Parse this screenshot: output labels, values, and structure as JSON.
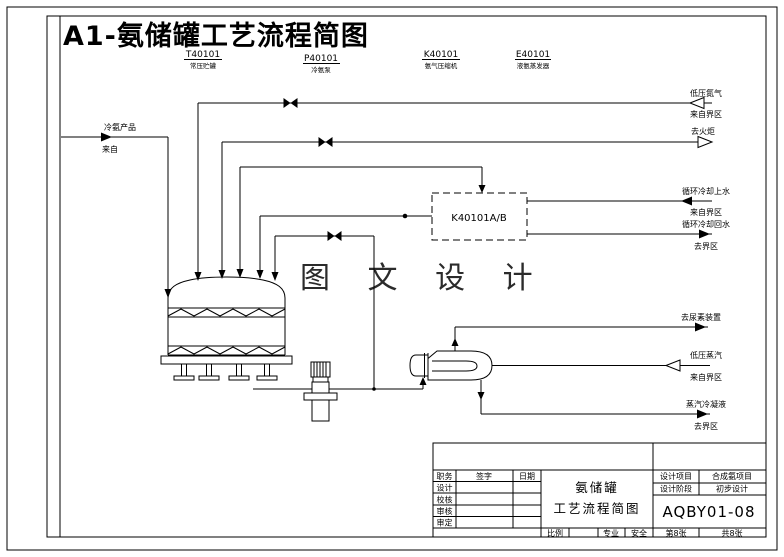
{
  "title": "A1-氨储罐工艺流程简图",
  "colors": {
    "accent_red": "#cc0000",
    "ink": "#000000"
  },
  "watermark": "图 文 设 计",
  "compressor_unit_label": "K40101A/B",
  "equipment": {
    "tank": {
      "tag": "T40101",
      "name": "常压贮罐"
    },
    "pump": {
      "tag": "P40101",
      "name": "冷氨泵"
    },
    "compressor": {
      "tag": "K40101",
      "name": "氨气压缩机"
    },
    "vaporizer": {
      "tag": "E40101",
      "name": "液氨蒸发器"
    }
  },
  "streams": {
    "product_in": {
      "line1": "冷氨产品",
      "line2": "来自"
    },
    "n2": {
      "line1": "低压氮气",
      "line2": "来自界区"
    },
    "flare": {
      "line1": "去火炬"
    },
    "cw_supply": {
      "line1": "循环冷却上水",
      "line2": "来自界区"
    },
    "cw_return": {
      "line1": "循环冷却回水",
      "line2": "去界区"
    },
    "to_urea": {
      "line1": "去尿素装置"
    },
    "lp_steam": {
      "line1": "低压蒸汽",
      "line2": "来自界区"
    },
    "condensate": {
      "line1": "蒸汽冷凝液",
      "line2": "去界区"
    }
  },
  "title_block": {
    "role_header": "职务",
    "sign_header": "签字",
    "date_header": "日期",
    "rows": [
      "设计",
      "校核",
      "审核",
      "审定"
    ],
    "title_line1": "氨储罐",
    "title_line2": "工艺流程简图",
    "scale": "比例",
    "discipline": "专业",
    "safety": "安全",
    "project_label": "设计项目",
    "project_value": "合成氨项目",
    "stage_label": "设计阶段",
    "stage_value": "初步设计",
    "drawing_no": "AQBY01-08",
    "sheet": "第8张",
    "total": "共8张"
  }
}
